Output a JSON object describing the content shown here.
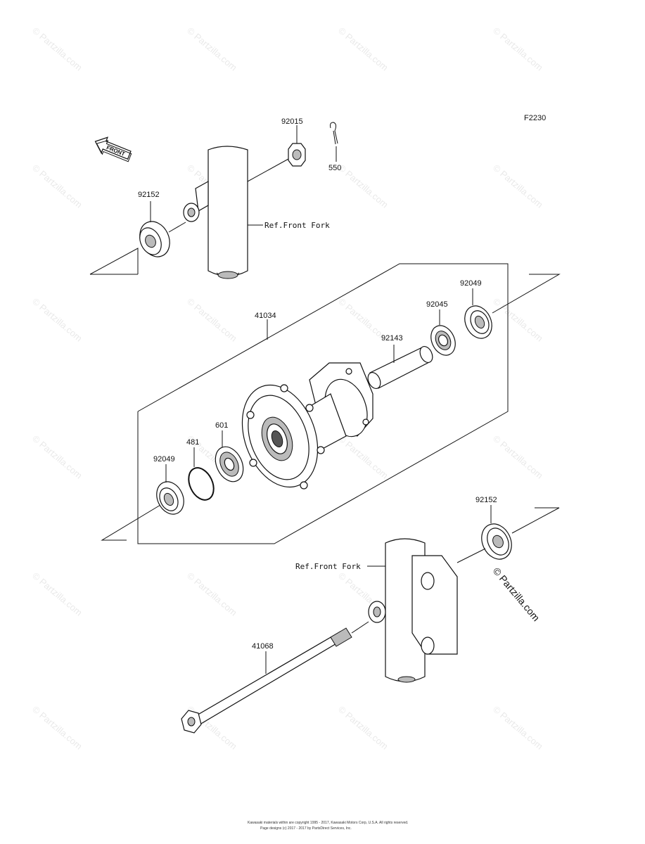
{
  "diagram_code": "F2230",
  "front_arrow_label": "FRONT",
  "watermark_text": "© Partzilla.com",
  "copyright_badge": "© Partzilla.com",
  "footer_lines": [
    "Kawasaki materials within are copyright 1995 - 2017, Kawasaki Motors Corp, U.S.A. All rights reserved.",
    "Page designs (c) 2017 - 2017 by PartsDirect Services, Inc."
  ],
  "references": {
    "front_fork_upper": "Ref.Front Fork",
    "front_fork_lower": "Ref.Front Fork"
  },
  "parts": {
    "p92015": "92015",
    "p550": "550",
    "p92152_left": "92152",
    "p41034": "41034",
    "p92049_right": "92049",
    "p92045": "92045",
    "p92143": "92143",
    "p601": "601",
    "p481": "481",
    "p92049_left": "92049",
    "p92152_right": "92152",
    "p41068": "41068"
  }
}
